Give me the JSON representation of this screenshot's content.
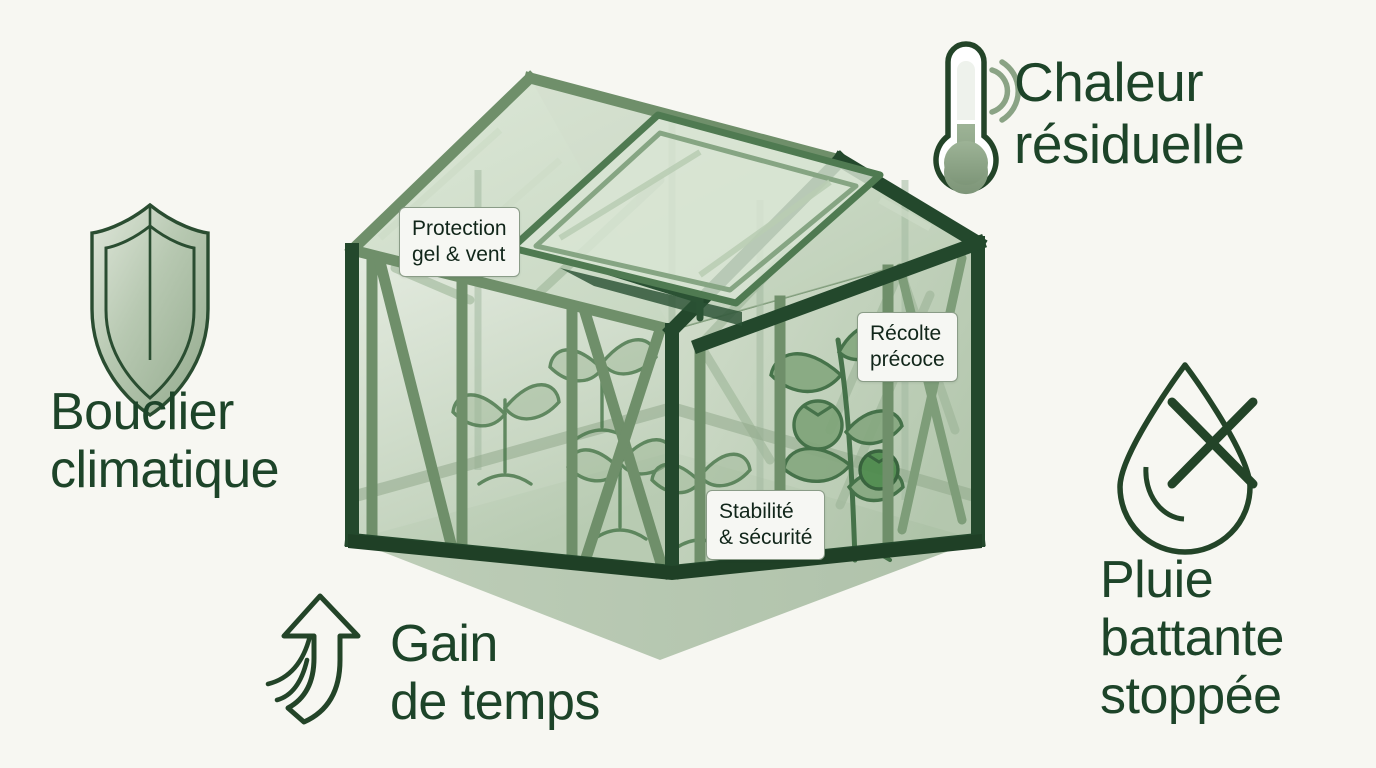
{
  "meta": {
    "title": "Avantages d'une serre de jardin",
    "background_color": "#f7f7f2",
    "accent_dark_green": "#1d4429",
    "accent_frame_green": "#23482c",
    "accent_sage": "#8fa78b",
    "glass_green": "#c8d6c3"
  },
  "headings": [
    {
      "id": "chaleur",
      "text": "Chaleur\nrésiduelle",
      "icon": "thermometer-waves-icon",
      "position": "top-right"
    },
    {
      "id": "bouclier",
      "text": "Bouclier\nclimatique",
      "icon": "shield-icon",
      "position": "left"
    },
    {
      "id": "pluie",
      "text": "Pluie\nbattante\nstoppée",
      "icon": "no-water-drop-icon",
      "position": "bottom-right"
    },
    {
      "id": "gain",
      "text": "Gain\nde temps",
      "icon": "upward-arrow-icon",
      "position": "bottom-left"
    }
  ],
  "callouts": [
    {
      "id": "protection",
      "text": "Protection\ngel & vent"
    },
    {
      "id": "recolte",
      "text": "Récolte\nprécoce"
    },
    {
      "id": "stabilite",
      "text": "Stabilité\n& sécurité"
    }
  ],
  "illustration": {
    "subject": "greenhouse-isometric",
    "features": [
      "roof-vent-open",
      "glass-panels",
      "diagonal-braces",
      "seedlings",
      "tomato-plant"
    ]
  }
}
